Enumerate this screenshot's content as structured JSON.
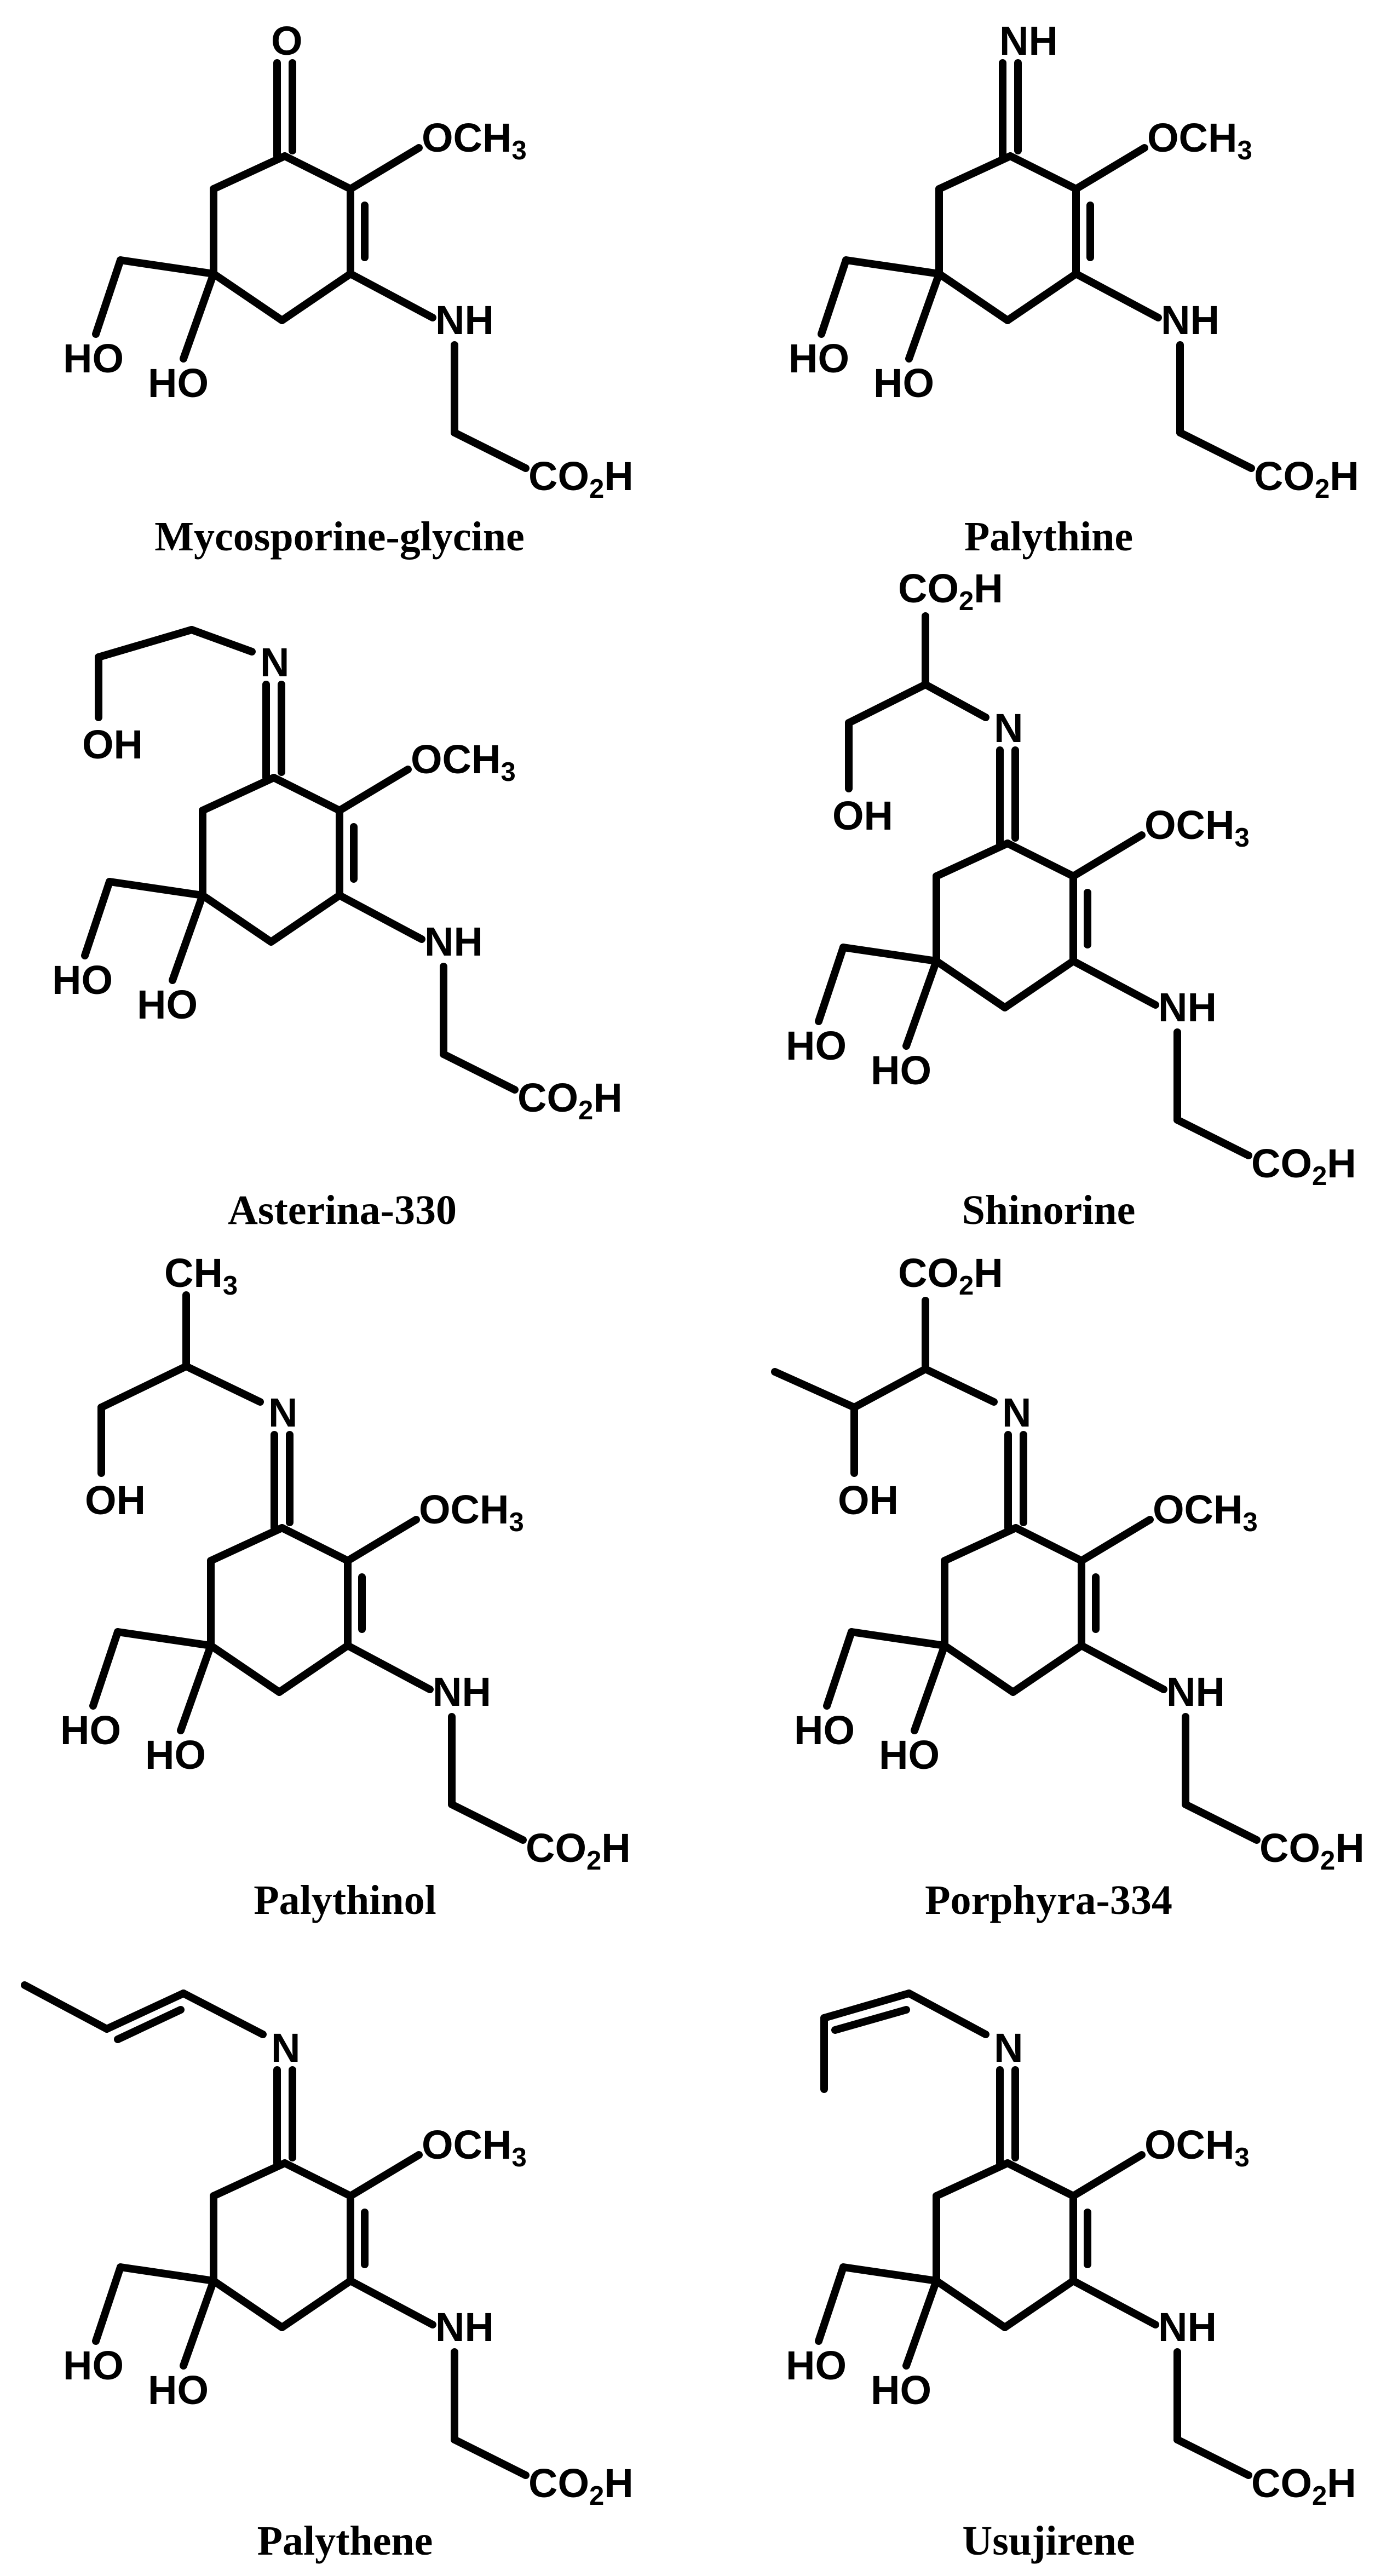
{
  "figure": {
    "ink_color": "#000000",
    "background_color": "#ffffff",
    "compounds": [
      {
        "name": "Mycosporine-glycine",
        "ketone_label": "O",
        "side_labels": [],
        "core_labels": {
          "ome": "OCH3",
          "nh": "NH",
          "ho_a": "HO",
          "ho_b": "HO",
          "acid": "CO2H"
        }
      },
      {
        "name": "Palythine",
        "ketone_label": "NH",
        "side_labels": [],
        "core_labels": {
          "ome": "OCH3",
          "nh": "NH",
          "ho_a": "HO",
          "ho_b": "HO",
          "acid": "CO2H"
        }
      },
      {
        "name": "Asterina-330",
        "ketone_label": "N",
        "side_labels": [
          "OH"
        ],
        "core_labels": {
          "ome": "OCH3",
          "nh": "NH",
          "ho_a": "HO",
          "ho_b": "HO",
          "acid": "CO2H"
        }
      },
      {
        "name": "Shinorine",
        "ketone_label": "N",
        "side_labels": [
          "CO2H",
          "OH"
        ],
        "core_labels": {
          "ome": "OCH3",
          "nh": "NH",
          "ho_a": "HO",
          "ho_b": "HO",
          "acid": "CO2H"
        }
      },
      {
        "name": "Palythinol",
        "ketone_label": "N",
        "side_labels": [
          "CH3",
          "OH"
        ],
        "core_labels": {
          "ome": "OCH3",
          "nh": "NH",
          "ho_a": "HO",
          "ho_b": "HO",
          "acid": "CO2H"
        }
      },
      {
        "name": "Porphyra-334",
        "ketone_label": "N",
        "side_labels": [
          "CO2H",
          "OH"
        ],
        "core_labels": {
          "ome": "OCH3",
          "nh": "NH",
          "ho_a": "HO",
          "ho_b": "HO",
          "acid": "CO2H"
        }
      },
      {
        "name": "Palythene",
        "ketone_label": "N",
        "side_labels": [],
        "core_labels": {
          "ome": "OCH3",
          "nh": "NH",
          "ho_a": "HO",
          "ho_b": "HO",
          "acid": "CO2H"
        }
      },
      {
        "name": "Usujirene",
        "ketone_label": "N",
        "side_labels": [],
        "core_labels": {
          "ome": "OCH3",
          "nh": "NH",
          "ho_a": "HO",
          "ho_b": "HO",
          "acid": "CO2H"
        }
      }
    ]
  }
}
